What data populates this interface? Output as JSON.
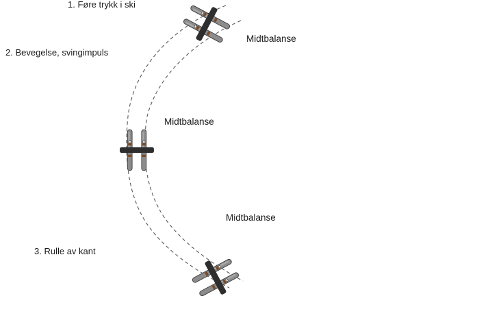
{
  "labels": {
    "step1": "1. Føre trykk i ski",
    "step2": "2. Bevegelse, svingimpuls",
    "step3": "3. Rulle av kant",
    "balance_top": "Midtbalanse",
    "balance_middle": "Midtbalanse",
    "balance_bottom": "Midtbalanse"
  },
  "colors": {
    "ski": "#8c8c8c",
    "binding": "#2e2e2e",
    "strap": "#7a4a25",
    "track": "#5a5a5a",
    "text": "#1a1a1a"
  }
}
